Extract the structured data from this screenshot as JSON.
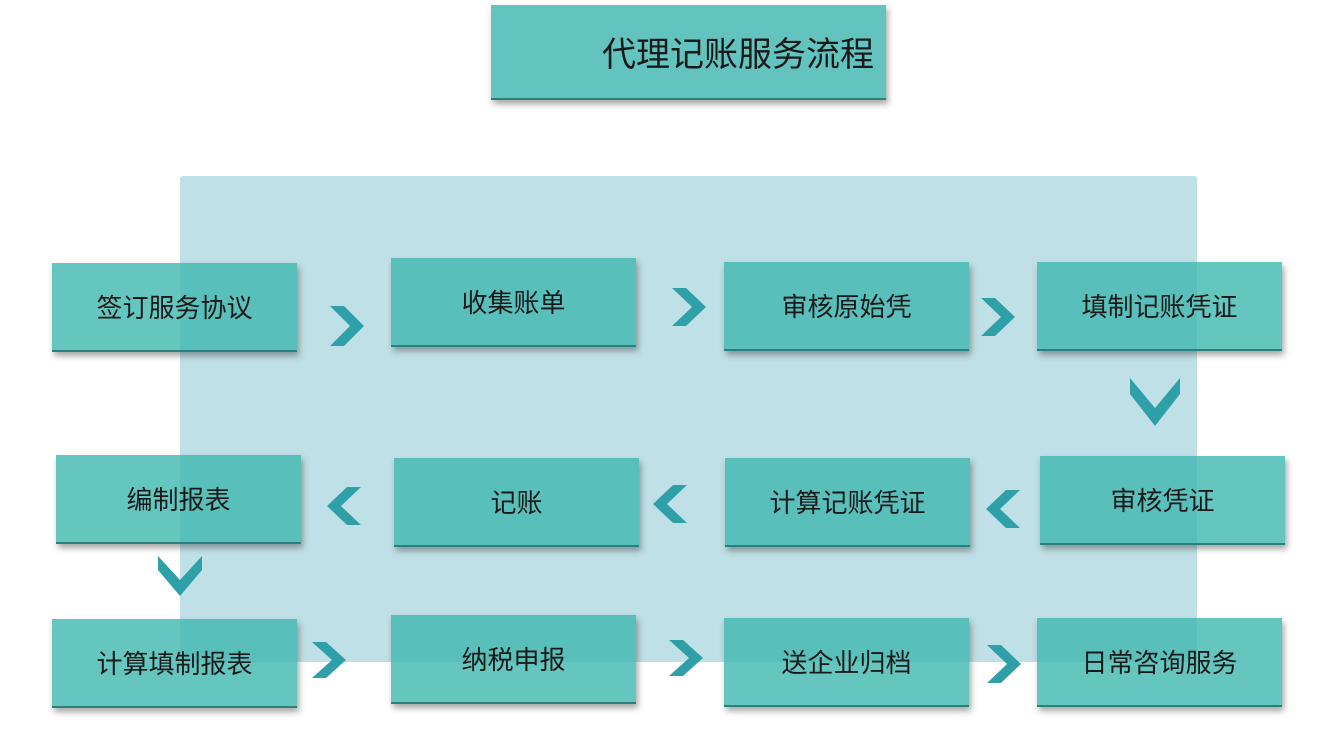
{
  "title": "代理记账服务流程",
  "steps": [
    "签订服务协议",
    "收集账单",
    "审核原始凭",
    "填制记账凭证",
    "审核凭证",
    "计算记账凭证",
    "记账",
    "编制报表",
    "计算填制报表",
    "纳税申报",
    "送企业归档",
    "日常咨询服务"
  ],
  "colors": {
    "box": "#3eb6af",
    "panel": "#bfe0e6",
    "arrow": "#2fa0a8"
  }
}
